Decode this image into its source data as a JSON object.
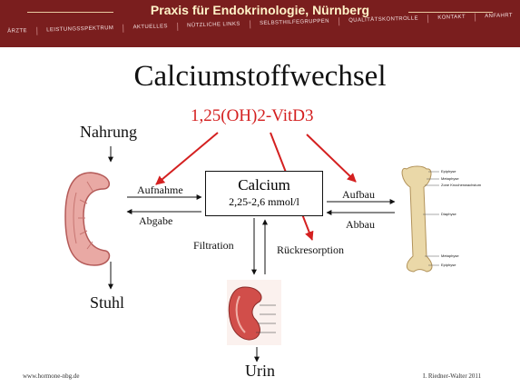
{
  "header": {
    "title": "Praxis für Endokrinologie, Nürnberg",
    "nav": [
      "ÄRZTE",
      "LEISTUNGSSPEKTRUM",
      "AKTUELLES",
      "NÜTZLICHE LINKS",
      "SELBSTHILFEGRUPPEN",
      "QUALITÄTSKONTROLLE",
      "KONTAKT",
      "ANFAHRT"
    ]
  },
  "slide": {
    "title": "Calciumstoffwechsel",
    "hormone": "1,25(OH)2-VitD3",
    "nahrung": "Nahrung",
    "stuhl": "Stuhl",
    "urin": "Urin",
    "aufnahme": "Aufnahme",
    "abgabe": "Abgabe",
    "aufbau": "Aufbau",
    "abbau": "Abbau",
    "filtration": "Filtration",
    "rueckresorption": "Rückresorption",
    "calcium": {
      "label": "Calcium",
      "range": "2,25-2,6 mmol/l"
    },
    "bone_labels": [
      "Epiphyse",
      "Metaphyse",
      "Zone Knochenwachstum",
      "Diaphyse",
      "Metaphyse",
      "Epiphyse"
    ]
  },
  "footer": {
    "left": "www.hormone-nbg.de",
    "right": "I. Riedner-Walter 2011"
  },
  "colors": {
    "banner": "#7a1e1e",
    "arrow_red": "#d42020"
  }
}
